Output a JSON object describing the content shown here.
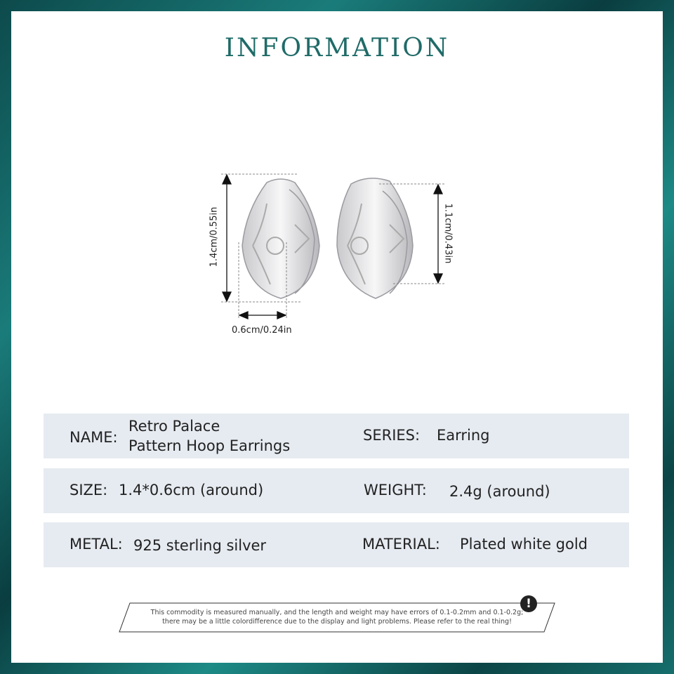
{
  "title": "INFORMATION",
  "dimensions": {
    "height_left": "1.4cm/0.55in",
    "height_right": "1.1cm/0.43in",
    "width": "0.6cm/0.24in"
  },
  "rows": [
    {
      "left_label": "NAME:",
      "left_value_line1": "Retro Palace",
      "left_value_line2": "Pattern Hoop Earrings",
      "right_label": "SERIES:",
      "right_value": "Earring"
    },
    {
      "left_label": "SIZE:",
      "left_value": "1.4*0.6cm (around)",
      "right_label": "WEIGHT:",
      "right_value": "2.4g (around)"
    },
    {
      "left_label": "METAL:",
      "left_value": "925 sterling silver",
      "right_label": "MATERIAL:",
      "right_value": "Plated white gold"
    }
  ],
  "note": {
    "line1": "This commodity is measured manually, and the length and weight may have errors of 0.1-0.2mm and 0.1-0.2g;",
    "line2": "there may be a little colordifference due to the display and light problems. Please refer to the real thing!",
    "icon": "exclamation-icon"
  },
  "colors": {
    "accent": "#1f6b68",
    "row_bg": "#e6ebf1",
    "frame": "#156b6a"
  }
}
